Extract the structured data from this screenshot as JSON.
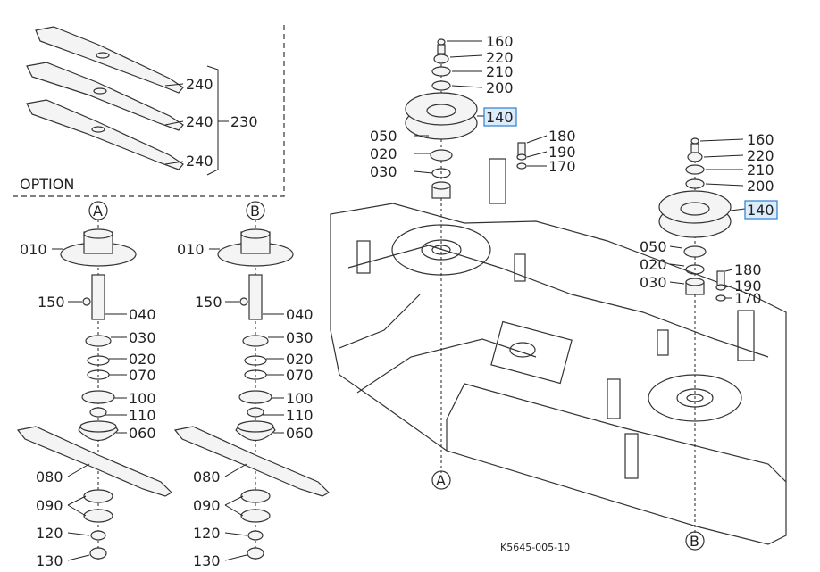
{
  "blades": {
    "option_label": "OPTION",
    "callouts": [
      "240",
      "240",
      "240"
    ],
    "group": "230"
  },
  "view_a": {
    "marker": "A",
    "parts": [
      "010",
      "150",
      "040",
      "030",
      "020",
      "070",
      "100",
      "110",
      "060",
      "080",
      "090",
      "120",
      "130"
    ]
  },
  "view_b": {
    "marker": "B",
    "parts": [
      "010",
      "150",
      "040",
      "030",
      "020",
      "070",
      "100",
      "110",
      "060",
      "080",
      "090",
      "120",
      "130"
    ]
  },
  "pulley_left": {
    "parts": [
      "160",
      "220",
      "210",
      "200",
      "140",
      "050",
      "020",
      "030",
      "180",
      "190",
      "170"
    ]
  },
  "pulley_right": {
    "parts": [
      "160",
      "220",
      "210",
      "200",
      "140",
      "050",
      "020",
      "030",
      "180",
      "190",
      "170"
    ]
  },
  "deck": {
    "marker_a": "A",
    "marker_b": "B",
    "drawing_code": "K5645-005-10"
  },
  "colors": {
    "highlight_fill": "#dcecfb",
    "highlight_stroke": "#2a7fd0"
  }
}
